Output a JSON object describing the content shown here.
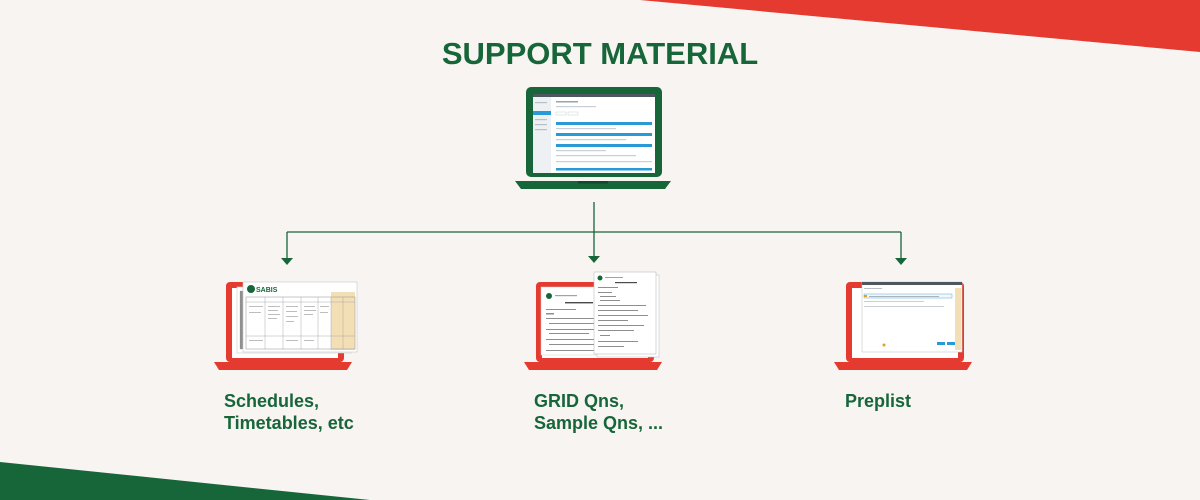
{
  "title": "SUPPORT MATERIAL",
  "colors": {
    "background": "#f7f4f1",
    "green": "#17663a",
    "red": "#e43a2f",
    "accent_blue": "#2a9ad6",
    "paper_yellow": "#f3dfb6"
  },
  "nodes": [
    {
      "id": "support-laptop",
      "icon": "laptop-icon",
      "screen": "web-app-screenshot"
    },
    {
      "id": "schedules",
      "icon": "laptop-icon",
      "screen": "schedule-tables",
      "lines": [
        "Schedules,",
        "Timetables, etc"
      ],
      "logo_text": "SABIS"
    },
    {
      "id": "grid",
      "icon": "laptop-icon",
      "screen": "question-documents",
      "lines": [
        "GRID Qns,",
        "Sample Qns, ..."
      ]
    },
    {
      "id": "preplist",
      "icon": "laptop-icon",
      "screen": "preplist-app",
      "lines": [
        "Preplist"
      ]
    }
  ]
}
